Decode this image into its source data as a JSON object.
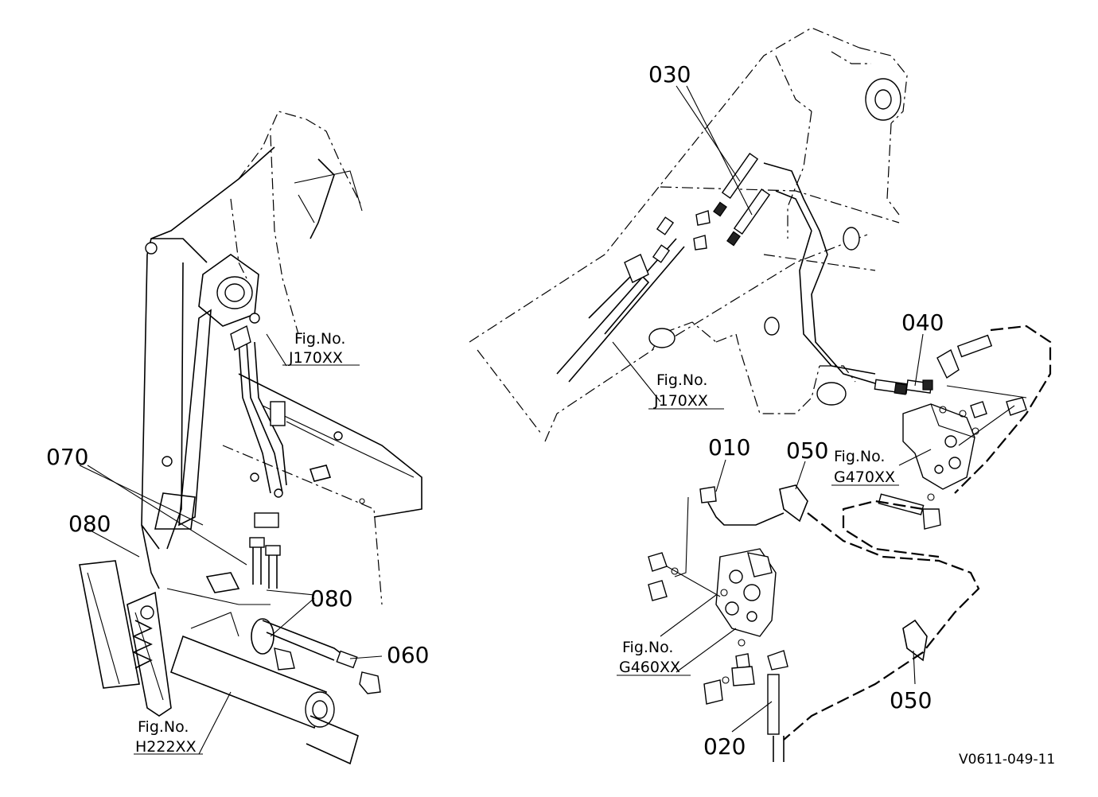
{
  "callouts": {
    "p030": "030",
    "p040": "040",
    "p010": "010",
    "p050a": "050",
    "p050b": "050",
    "p020": "020",
    "p070": "070",
    "p080a": "080",
    "p080b": "080",
    "p060": "060"
  },
  "fig_refs": {
    "j170_left_line1": "Fig.No.",
    "j170_left_line2": "J170XX",
    "j170_right_line1": "Fig.No.",
    "j170_right_line2": "J170XX",
    "g470_line1": "Fig.No.",
    "g470_line2": "G470XX",
    "g460_line1": "Fig.No.",
    "g460_line2": "G460XX",
    "h222_line1": "Fig.No.",
    "h222_line2": "H222XX"
  },
  "drawing_code": "V0611-049-11"
}
